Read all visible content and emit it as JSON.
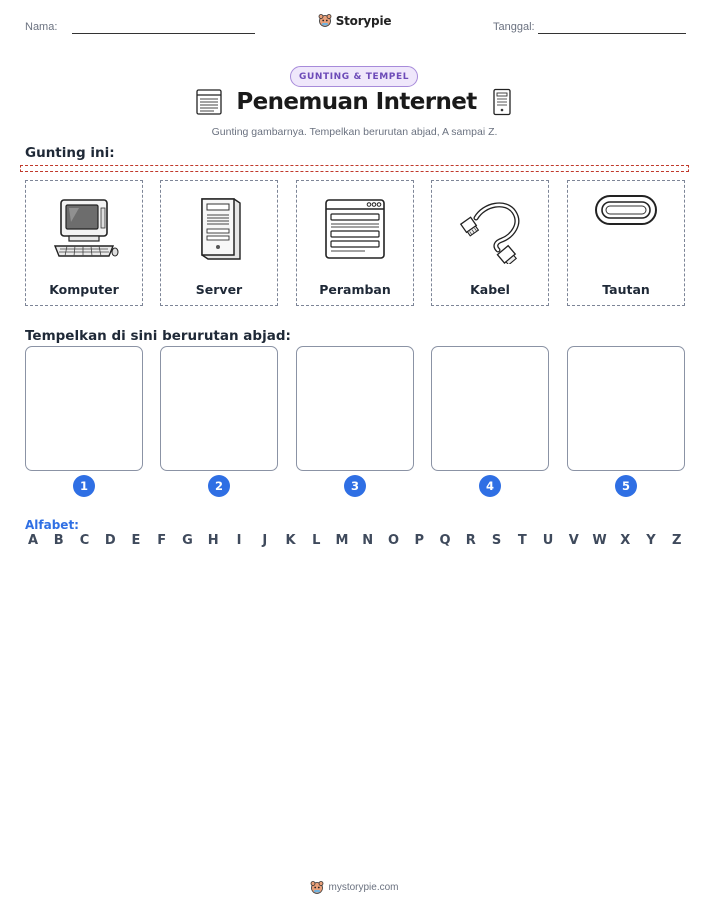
{
  "header": {
    "name_label": "Nama:",
    "date_label": "Tanggal:",
    "brand": "Storypie"
  },
  "badge": "GUNTING & TEMPEL",
  "title": "Penemuan Internet",
  "subtitle": "Gunting gambarnya. Tempelkan berurutan abjad, A sampai Z.",
  "cut_section": {
    "heading": "Gunting ini:",
    "cards": [
      {
        "label": "Komputer",
        "icon": "computer-icon"
      },
      {
        "label": "Server",
        "icon": "server-icon"
      },
      {
        "label": "Peramban",
        "icon": "browser-icon"
      },
      {
        "label": "Kabel",
        "icon": "cable-icon"
      },
      {
        "label": "Tautan",
        "icon": "link-icon"
      }
    ]
  },
  "paste_section": {
    "heading": "Tempelkan di sini berurutan abjad:",
    "numbers": [
      "1",
      "2",
      "3",
      "4",
      "5"
    ]
  },
  "alphabet": {
    "title": "Alfabet:",
    "letters": [
      "A",
      "B",
      "C",
      "D",
      "E",
      "F",
      "G",
      "H",
      "I",
      "J",
      "K",
      "L",
      "M",
      "N",
      "O",
      "P",
      "Q",
      "R",
      "S",
      "T",
      "U",
      "V",
      "W",
      "X",
      "Y",
      "Z"
    ]
  },
  "footer": {
    "text": "mystorypie.com"
  },
  "colors": {
    "accent_blue": "#2f6fe4",
    "badge_purple": "#6d4bb8",
    "cut_line_red": "#c0392b"
  }
}
